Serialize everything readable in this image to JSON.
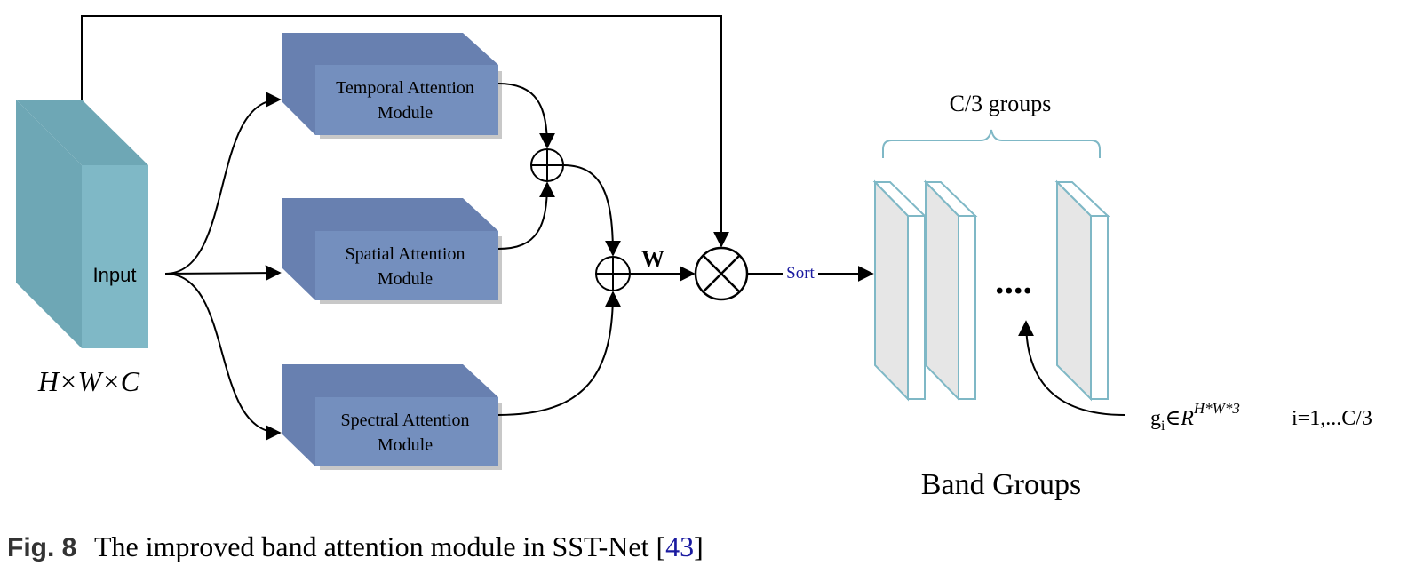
{
  "input": {
    "label": "Input",
    "dims": "H×W×C"
  },
  "modules": [
    {
      "line1": "Temporal Attention",
      "line2": "Module"
    },
    {
      "line1": "Spatial Attention",
      "line2": "Module"
    },
    {
      "line1": "Spectral Attention",
      "line2": "Module"
    }
  ],
  "weight_label": "W",
  "sort_label": "Sort",
  "groups_label": "C/3 groups",
  "ellipsis": "....",
  "group_formula": {
    "g": "g",
    "sub": "i",
    "in": "∈",
    "R": "R",
    "sup": "H*W*3",
    "range": "i=1,...C/3"
  },
  "band_groups_label": "Band Groups",
  "caption": {
    "prefix": "Fig. 8",
    "text": "The improved band attention module in SST-Net [",
    "ref": "43",
    "suffix": "]"
  },
  "colors": {
    "input_front": "#7fb8c6",
    "input_side": "#6ea7b5",
    "module_front": "#748fbe",
    "module_top": "#6880b0",
    "module_shadow": "#c8c8c8",
    "band_stroke": "#7fb8c6",
    "band_fill": "#e6e6e6",
    "sort_text": "#1a1aa0",
    "ref_text": "#1a1aa0"
  }
}
